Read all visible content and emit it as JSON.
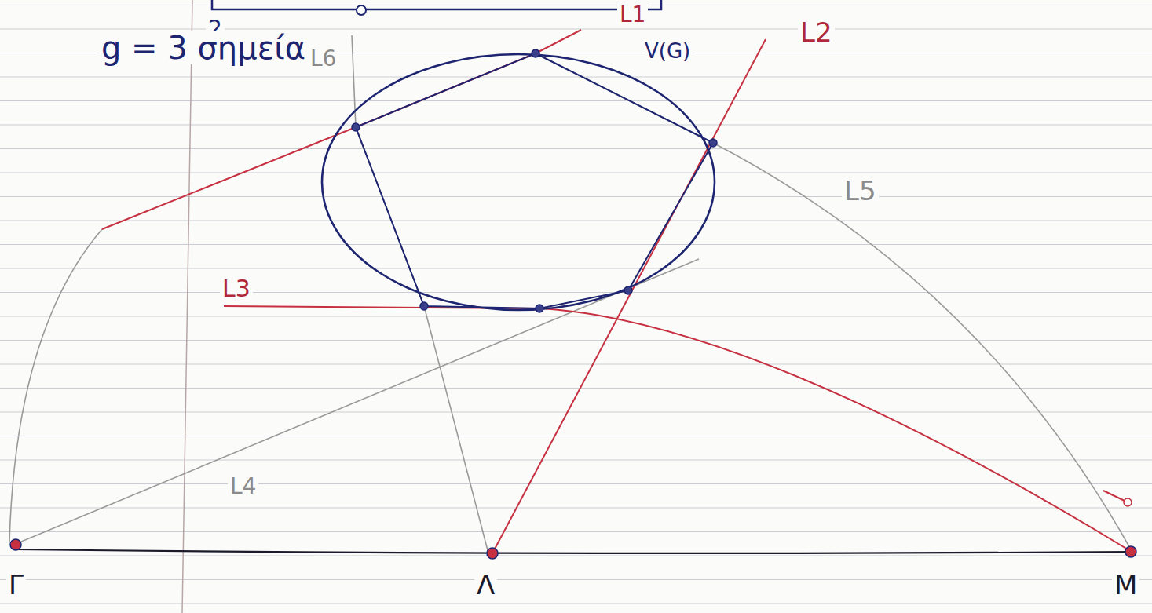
{
  "diagram": {
    "labels": [
      "2",
      "g = 3 σημεία",
      "L6",
      "L1",
      "L2",
      "V(G)",
      "L3",
      "L5",
      "L4",
      "Γ",
      "Λ",
      "Μ"
    ]
  }
}
